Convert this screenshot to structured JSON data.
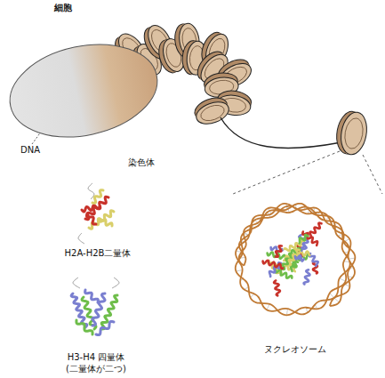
{
  "diagram": {
    "nodes": [
      {
        "text": [
          "細胞"
        ]
      }
    ],
    "labels": [
      "DNA",
      "染色体",
      "H2A-H2B二量体",
      "H3-H4 四量体 (二量体が二つ)",
      "ヌクレオソーム"
    ]
  }
}
